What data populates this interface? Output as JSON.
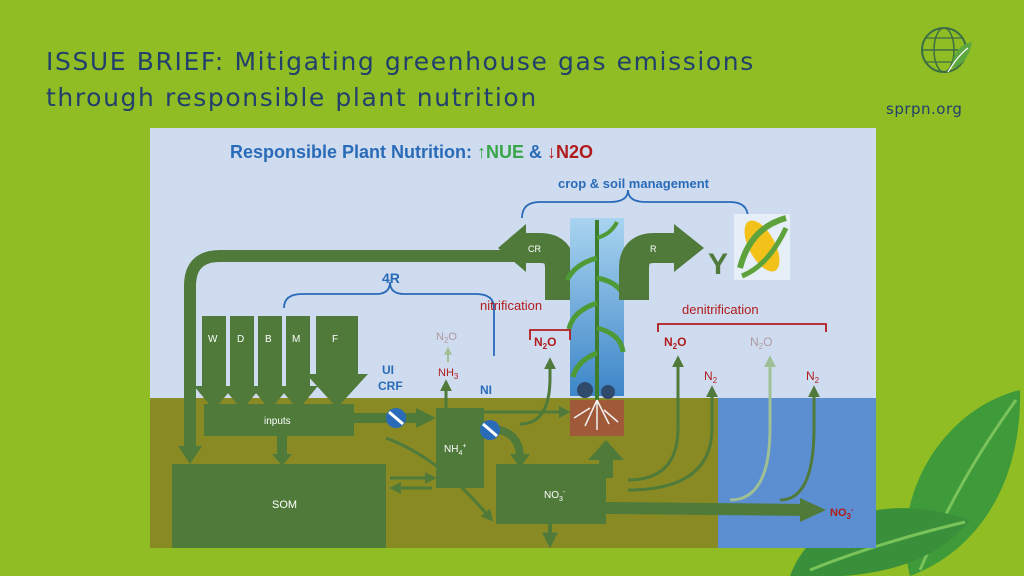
{
  "header": {
    "title_line1": "ISSUE BRIEF: Mitigating greenhouse gas emissions",
    "title_line2": "through responsible plant nutrition",
    "site": "sprpn.org"
  },
  "diagram": {
    "heading_prefix": "Responsible Plant Nutrition: ",
    "heading_nue": "↑NUE",
    "heading_amp": " & ",
    "heading_n2o": "↓N2O",
    "crop_soil": "crop & soil management",
    "four_r": "4R",
    "nitrification": "nitrification",
    "denitrification": "denitrification",
    "cr": "CR",
    "r": "R",
    "y": "Y",
    "w": "W",
    "d": "D",
    "b": "B",
    "m": "M",
    "f": "F",
    "ui": "UI",
    "crf": "CRF",
    "ni": "NI",
    "inputs": "inputs",
    "som": "SOM",
    "nh4": "NH4+",
    "no3": "NO3-",
    "no3_out": "NO3-",
    "nh3": "NH3",
    "n2o": "N2O",
    "n2": "N2"
  },
  "colors": {
    "background": "#8fbd23",
    "sky": "#cfdcf0",
    "soil": "#8a8a25",
    "water": "#5b8fd1",
    "arrow_green": "#4f7a3a",
    "heading_blue": "#2a6bb8",
    "label_red": "#b01c1c",
    "nue_green": "#3aa64a",
    "faded": "#b09aa0"
  }
}
